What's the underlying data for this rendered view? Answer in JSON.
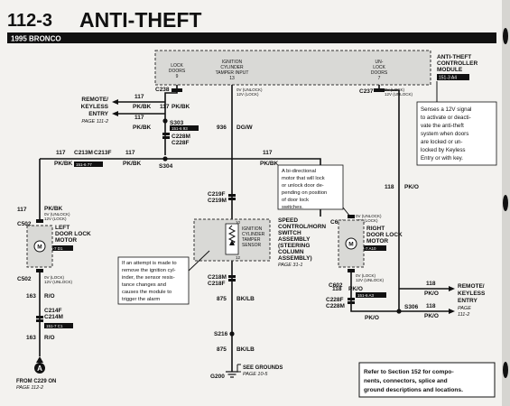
{
  "header": {
    "page_number": "112-3",
    "title": "ANTI-THEFT",
    "subtitle": "1995 BRONCO"
  },
  "module": {
    "pin_lock_doors": [
      "LOCK",
      "DOORS",
      "9"
    ],
    "pin_tamper": [
      "IGNITION",
      "CYLINDER",
      "TAMPER INPUT",
      "13"
    ],
    "pin_unlock_doors": [
      "UN-",
      "LOCK",
      "DOORS",
      "7"
    ],
    "name": [
      "ANTI-THEFT",
      "CONTROLLER",
      "MODULE"
    ],
    "ref": "151-3  A4"
  },
  "connectors": {
    "c238": "C238",
    "c237": "C237",
    "s303": "S303",
    "c228m": "C228M",
    "c228f": "C228F",
    "s304": "S304",
    "c213m": "C213M",
    "c213f": "C213F",
    "c219f": "C219F",
    "c219m": "C219M",
    "c218m": "C218M",
    "c218f": "C218F",
    "s216": "S216",
    "g200": "G200",
    "c502a": "C502",
    "c502b": "C502",
    "c214f": "C214F",
    "c214m": "C214M",
    "c602a": "C602",
    "c602b": "C602",
    "c228f2": "C228F",
    "c228m2": "C228M",
    "s306": "S306"
  },
  "circuits": {
    "c117_pk_bk": "117",
    "pk_bk": "PK/BK",
    "c936": "936",
    "dg_w": "DG/W",
    "c875": "875",
    "bk_lb": "BK/LB",
    "c118": "118",
    "pk_o": "PK/O",
    "c163": "163",
    "r_o": "R/O",
    "unlock_lock": [
      "0V (UNLOCK)",
      "12V (LOCK)"
    ],
    "lock_unlock": [
      "0V (LOCK)",
      "12V (UNLOCK)"
    ],
    "ref_151_6_93": "151-6  93",
    "ref_151_6_77": "151-6  77",
    "ref_151_7_c1": "151-7  C1",
    "ref_151_7_a10": "151-7  A10",
    "ref_151_6_a3": "151-6  A3",
    "ref_151_7_d1": "151-7  D1"
  },
  "components": {
    "remote_keyless_left": [
      "REMOTE/",
      "KEYLESS",
      "ENTRY"
    ],
    "remote_keyless_left_page": "PAGE 111-2",
    "left_motor": [
      "LEFT",
      "DOOR LOCK",
      "MOTOR"
    ],
    "right_motor": [
      "RIGHT",
      "DOOR LOCK",
      "MOTOR"
    ],
    "sensor": [
      "IGNITION",
      "CYLINDER",
      "TAMPER",
      "SENSOR"
    ],
    "steering": [
      "SPEED",
      "CONTROL/HORN",
      "SWITCH",
      "ASSEMBLY",
      "(STEERING",
      "COLUMN",
      "ASSEMBLY)"
    ],
    "steering_page": "PAGE 31-1",
    "remote_keyless_right": [
      "REMOTE/",
      "KEYLESS",
      "ENTRY"
    ],
    "remote_keyless_right_page": [
      "PAGE",
      "111-2"
    ],
    "from_c229": "FROM C229 ON",
    "from_page": "PAGE 112-2",
    "a_marker": "A",
    "see_grounds": [
      "SEE GROUNDS",
      "PAGE 10-5"
    ],
    "motor_symbol": "M",
    "pin10": "10",
    "pin12": "12"
  },
  "notes": {
    "module_note": [
      "Senses a 12V signal",
      "to activate or deacti-",
      "vate the anti-theft",
      "system when doors",
      "are locked or un-",
      "locked by Keyless",
      "Entry or with key."
    ],
    "motor_note": [
      "A bi-directional",
      "motor that will lock",
      "or unlock door de-",
      "pending on position",
      "of door lock",
      "switches."
    ],
    "tamper_note": [
      "If an attempt is made to",
      "remove the ignition cyl-",
      "inder, the sensor resis-",
      "tance changes and",
      "causes the module to",
      "trigger the alarm"
    ],
    "section_ref": [
      "Refer to Section 152 for compo-",
      "nents, connectors, splice and",
      "ground descriptions and locations."
    ]
  }
}
